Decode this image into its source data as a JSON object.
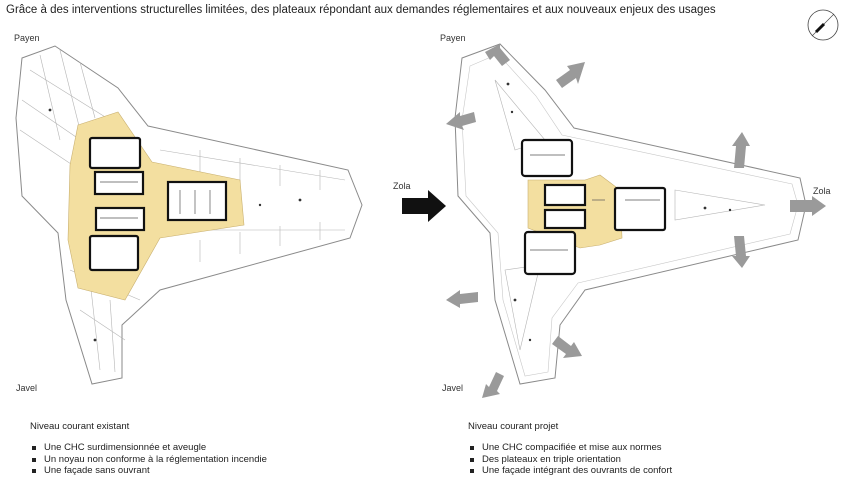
{
  "title": "Grâce à des interventions structurelles limitées, des plateaux répondant aux demandes réglementaires et aux nouveaux enjeux des usages",
  "labels": {
    "payen_left": "Payen",
    "javel_left": "Javel",
    "zola_center": "Zola",
    "payen_right": "Payen",
    "javel_right": "Javel",
    "zola_right": "Zola"
  },
  "existing": {
    "heading": "Niveau courant existant",
    "bullets": [
      "Une CHC surdimensionnée et aveugle",
      "Un noyau non conforme à la réglementation incendie",
      "Une façade sans ouvrant"
    ]
  },
  "project": {
    "heading": "Niveau courant projet",
    "bullets": [
      "Une CHC compacifiée et mise aux normes",
      "Des plateaux en triple orientation",
      "Une façade intégrant des ouvrants de confort"
    ]
  },
  "colors": {
    "core_yellow": "#f3dfa0",
    "arrow_grey": "#9a9a9a",
    "wall": "#111111",
    "line": "#8a8a8a"
  }
}
